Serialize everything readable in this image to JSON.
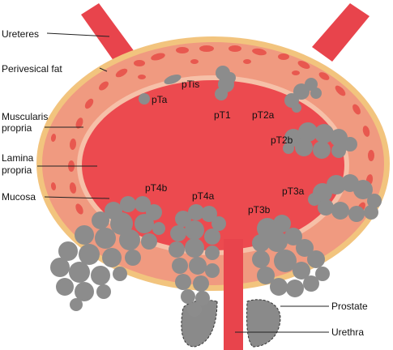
{
  "labels": {
    "ureteres": "Ureteres",
    "perivesical_fat": "Perivesical fat",
    "muscularis_line1": "Muscularis",
    "muscularis_line2": "propria",
    "lamina_line1": "Lamina",
    "lamina_line2": "propria",
    "mucosa": "Mucosa",
    "prostate": "Prostate",
    "urethra": "Urethra"
  },
  "stages": {
    "pTa": "pTa",
    "pTis": "pTis",
    "pT1": "pT1",
    "pT2a": "pT2a",
    "pT2b": "pT2b",
    "pT3a": "pT3a",
    "pT3b": "pT3b",
    "pT4a": "pT4a",
    "pT4b": "pT4b"
  },
  "colors": {
    "fat": "#f2c47e",
    "muscle": "#f09a80",
    "muscle_spots": "#e8584f",
    "lamina": "#f6c0a8",
    "mucosa": "#ec4a4f",
    "tumor": "#8c8c8c",
    "ureter": "#e8444c",
    "prostate": "#8a8a8a"
  }
}
